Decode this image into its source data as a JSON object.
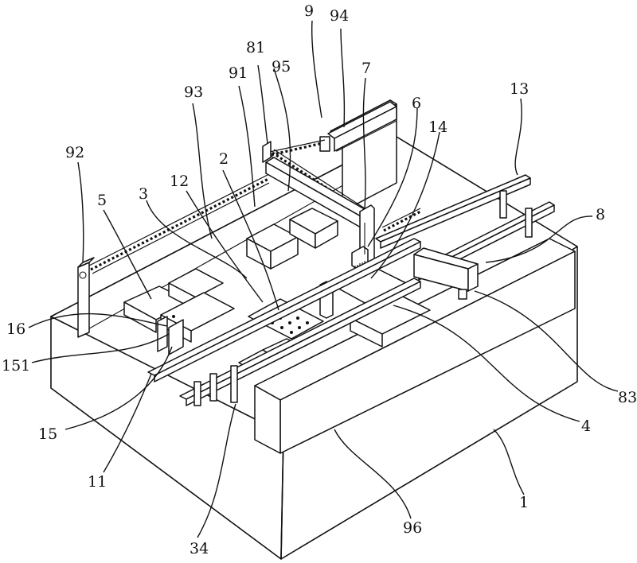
{
  "figure": {
    "type": "patent isometric drawing",
    "subject": "automated machine with base, conveyor rails, gantry screw and pick head"
  },
  "labels": [
    {
      "id": "9",
      "text": "9"
    },
    {
      "id": "94",
      "text": "94"
    },
    {
      "id": "81",
      "text": "81"
    },
    {
      "id": "95",
      "text": "95"
    },
    {
      "id": "91",
      "text": "91"
    },
    {
      "id": "93",
      "text": "93"
    },
    {
      "id": "7",
      "text": "7"
    },
    {
      "id": "6",
      "text": "6"
    },
    {
      "id": "14",
      "text": "14"
    },
    {
      "id": "13",
      "text": "13"
    },
    {
      "id": "92",
      "text": "92"
    },
    {
      "id": "2",
      "text": "2"
    },
    {
      "id": "12",
      "text": "12"
    },
    {
      "id": "3",
      "text": "3"
    },
    {
      "id": "5",
      "text": "5"
    },
    {
      "id": "8",
      "text": "8"
    },
    {
      "id": "16",
      "text": "16"
    },
    {
      "id": "151",
      "text": "151"
    },
    {
      "id": "15",
      "text": "15"
    },
    {
      "id": "11",
      "text": "11"
    },
    {
      "id": "34",
      "text": "34"
    },
    {
      "id": "96",
      "text": "96"
    },
    {
      "id": "1",
      "text": "1"
    },
    {
      "id": "4",
      "text": "4"
    },
    {
      "id": "83",
      "text": "83"
    }
  ],
  "colors": {
    "line": "#111111",
    "background": "#ffffff"
  }
}
